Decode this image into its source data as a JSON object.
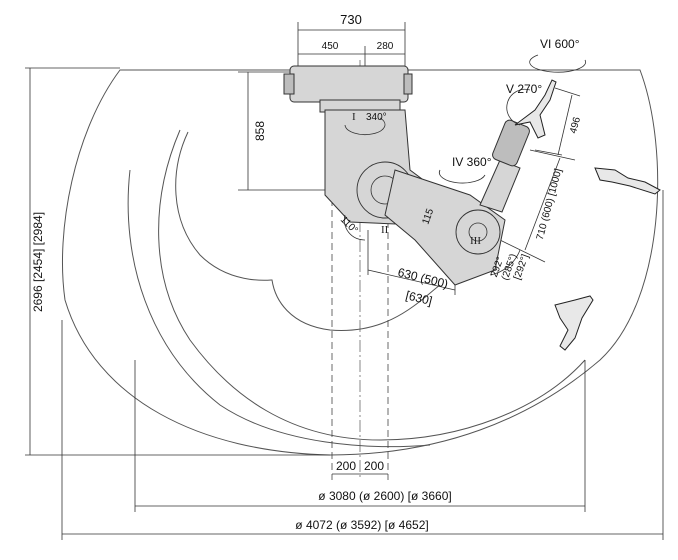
{
  "dimensions": {
    "top_width": "730",
    "top_left": "450",
    "top_right": "280",
    "vertical_offset": "858",
    "reach_height": "2696 [2454] [2984]",
    "arm_length": "630 (500)",
    "arm_length_alt": "[630]",
    "wrist_length": "710 (600) [1000]",
    "tool_offset": "496",
    "wrist_angle_a": "292°",
    "wrist_angle_b": "(285°)",
    "wrist_angle_c": "[292°]",
    "center_left": "200",
    "center_right": "200",
    "inner_diameter": "ø 3080 (ø 2600) [ø 3660]",
    "outer_diameter": "ø 4072 (ø 3592) [ø 4652]"
  },
  "axes": {
    "axis1": "I",
    "axis1_angle": "340°",
    "axis2": "II",
    "axis2_angle": "110°",
    "axis3": "III",
    "axis3_angle": "115",
    "axis4": "IV 360°",
    "axis5": "V 270°",
    "axis6": "VI 600°"
  },
  "colors": {
    "line": "#333333",
    "body": "#d6d6d6",
    "envelope": "#555555"
  }
}
